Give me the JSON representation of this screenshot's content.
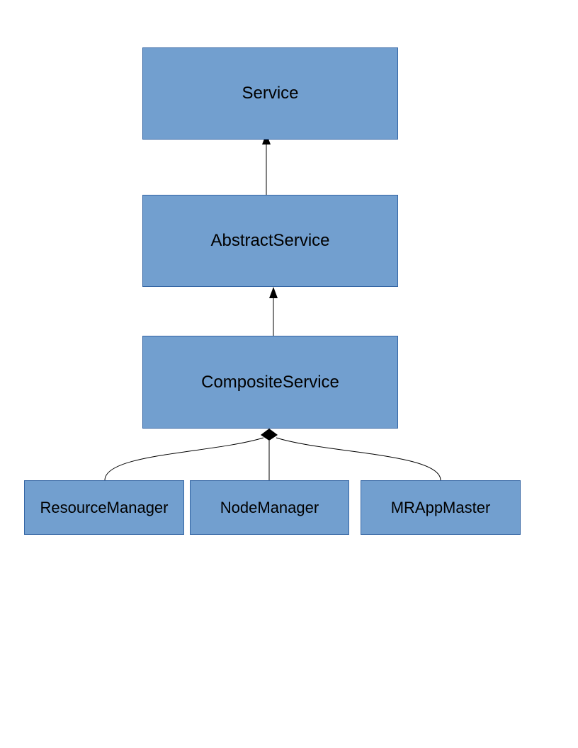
{
  "diagram": {
    "fill_color": "#729fcf",
    "border_color": "#3465a4",
    "line_color": "#000000",
    "nodes": {
      "service": "Service",
      "abstract_service": "AbstractService",
      "composite_service": "CompositeService",
      "resource_manager": "ResourceManager",
      "node_manager": "NodeManager",
      "mr_app_master": "MRAppMaster"
    }
  }
}
